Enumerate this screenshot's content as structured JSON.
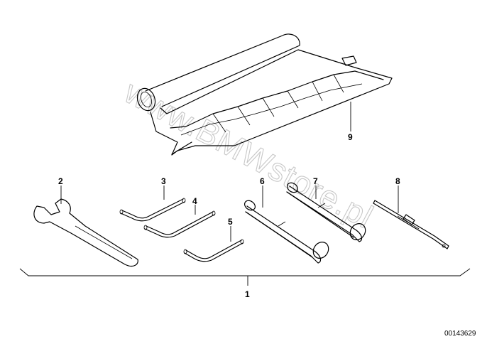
{
  "callouts": {
    "c1": "1",
    "c2": "2",
    "c3": "3",
    "c4": "4",
    "c5": "5",
    "c6": "6",
    "c7": "7",
    "c8": "8",
    "c9": "9"
  },
  "doc_id": "00143629",
  "watermark": "www.BMWstore.pl",
  "colors": {
    "line": "#000000",
    "watermark": "#c8c8c8",
    "background": "#ffffff"
  }
}
